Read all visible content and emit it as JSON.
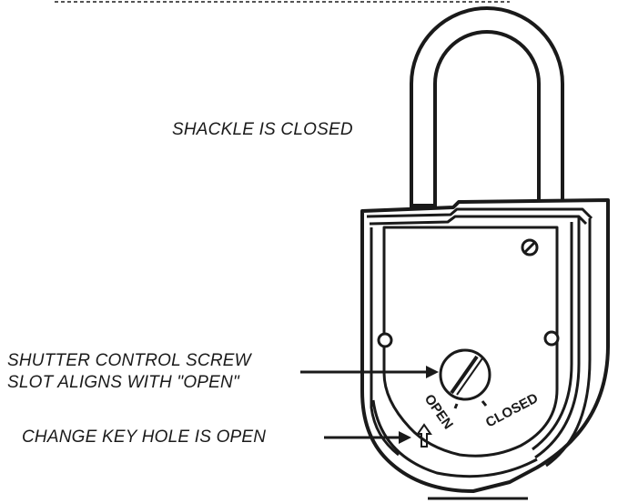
{
  "labels": {
    "shackle": "SHACKLE IS CLOSED",
    "screw_line1": "SHUTTER CONTROL SCREW",
    "screw_line2": "SLOT ALIGNS WITH \"OPEN\"",
    "keyhole": "CHANGE KEY HOLE IS OPEN"
  },
  "dial": {
    "open": "OPEN",
    "closed": "CLOSED"
  },
  "colors": {
    "ink": "#1a1a1a",
    "paper": "#ffffff"
  }
}
